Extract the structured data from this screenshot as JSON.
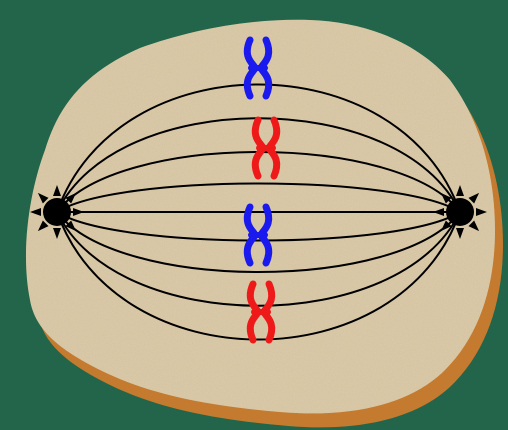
{
  "colors": {
    "background": "#22654a",
    "cell_fill": "#dccba9",
    "cell_shadow": "#c47a2f",
    "spindle": "#000000",
    "centrosome": "#000000",
    "chromosome_blue": "#1a1aee",
    "chromosome_red": "#ee1a1a"
  },
  "diagram": {
    "type": "metaphase-spindle",
    "centrosomes": [
      "left",
      "right"
    ],
    "chromosomes": [
      {
        "color": "blue"
      },
      {
        "color": "red"
      },
      {
        "color": "blue"
      },
      {
        "color": "red"
      }
    ]
  }
}
